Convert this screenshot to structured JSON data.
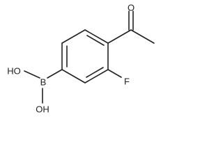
{
  "molecule": {
    "atoms": {
      "oxygen_carbonyl": "O",
      "fluorine": "F",
      "boron": "B",
      "hydroxyl_upper": "HO",
      "hydroxyl_lower": "OH"
    }
  }
}
